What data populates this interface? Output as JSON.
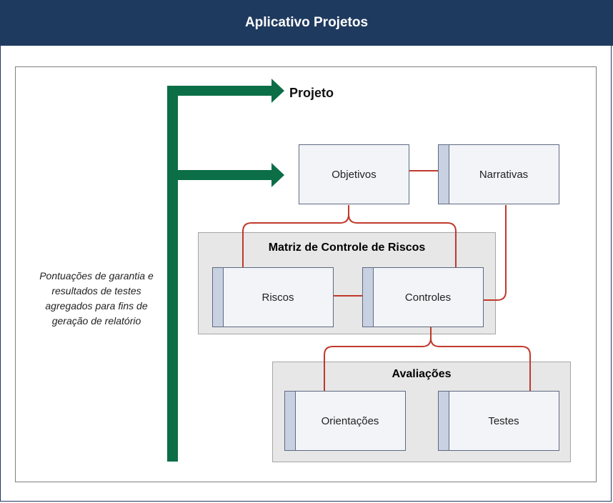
{
  "header": {
    "title": "Aplicativo Projetos"
  },
  "main": {
    "projeto_label": "Projeto",
    "side_note": "Pontuações de garantia e resultados de testes agregados para fins de geração de relatório",
    "boxes": {
      "objetivos": "Objetivos",
      "narrativas": "Narrativas",
      "riscos": "Riscos",
      "controles": "Controles",
      "orientacoes": "Orientações",
      "testes": "Testes"
    },
    "groups": {
      "matriz": "Matriz de Controle de Riscos",
      "avaliacoes": "Avaliações"
    }
  },
  "colors": {
    "header_bg": "#1f3a5f",
    "arrow": "#0b6e47",
    "connector": "#c0392b"
  }
}
